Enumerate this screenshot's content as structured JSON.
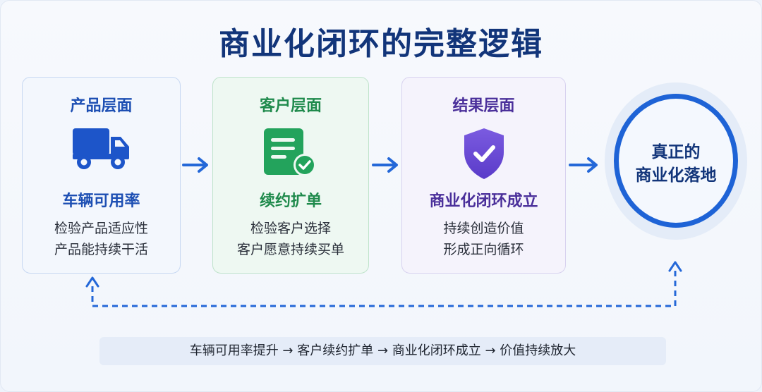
{
  "title": "商业化闭环的完整逻辑",
  "cards": [
    {
      "title": "产品层面",
      "icon": "truck-icon",
      "heading": "车辆可用率",
      "lines": [
        "检验产品适应性",
        "产品能持续干活"
      ],
      "color": "#1d4fb3"
    },
    {
      "title": "客户层面",
      "icon": "document-check-icon",
      "heading": "续约扩单",
      "lines": [
        "检验客户选择",
        "客户愿意持续买单"
      ],
      "color": "#1f8a4c"
    },
    {
      "title": "结果层面",
      "icon": "shield-check-icon",
      "heading": "商业化闭环成立",
      "lines": [
        "持续创造价值",
        "形成正向循环"
      ],
      "color": "#4a2f9a"
    }
  ],
  "goal": {
    "line1": "真正的",
    "line2": "商业化落地",
    "color": "#1e63d6"
  },
  "summary": "车辆可用率提升 → 客户续约扩单 → 商业化闭环成立 → 价值持续放大",
  "colors": {
    "arrow": "#2468d8",
    "title": "#12357a"
  }
}
